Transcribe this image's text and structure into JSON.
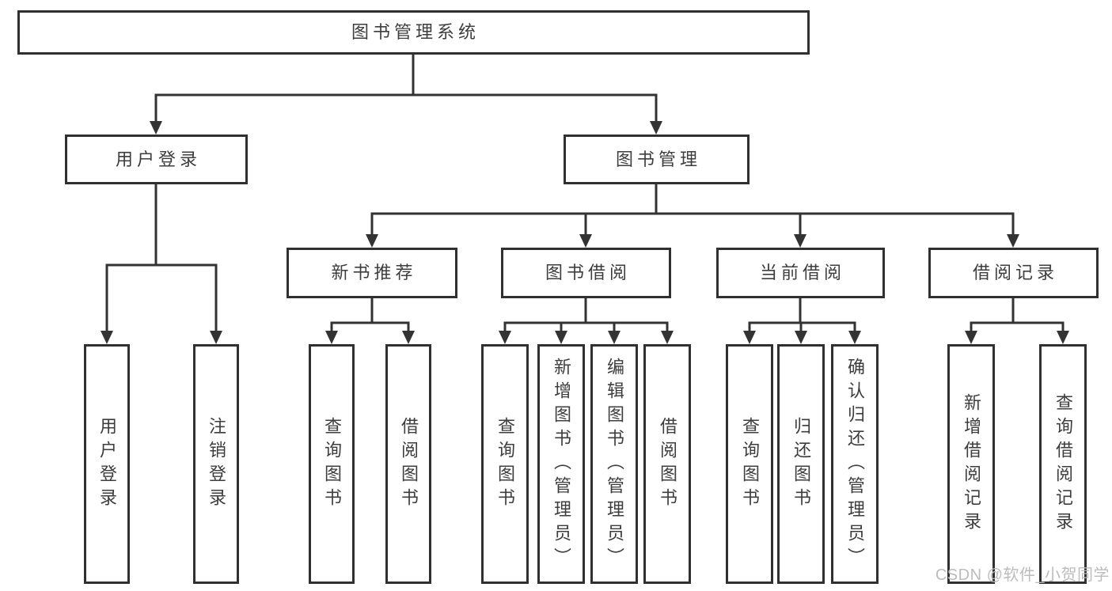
{
  "colors": {
    "line": "#333333",
    "box_border": "#303030",
    "box_fill": "#ffffff",
    "label": "#3d3d3d",
    "watermark": "#bcbcbc",
    "background": "#ffffff"
  },
  "tree": {
    "root": {
      "label": "图书管理系统"
    },
    "level2": [
      {
        "label": "用户登录",
        "children": [
          {
            "label": "用户登录"
          },
          {
            "label": "注销登录"
          }
        ]
      },
      {
        "label": "图书管理",
        "children": [
          {
            "label": "新书推荐",
            "children": [
              {
                "label": "查询图书"
              },
              {
                "label": "借阅图书"
              }
            ]
          },
          {
            "label": "图书借阅",
            "children": [
              {
                "label": "查询图书"
              },
              {
                "label": "新增图书（管理员）"
              },
              {
                "label": "编辑图书（管理员）"
              },
              {
                "label": "借阅图书"
              }
            ]
          },
          {
            "label": "当前借阅",
            "children": [
              {
                "label": "查询图书"
              },
              {
                "label": "归还图书"
              },
              {
                "label": "确认归还（管理员）"
              }
            ]
          },
          {
            "label": "借阅记录",
            "children": [
              {
                "label": "新增借阅记录"
              },
              {
                "label": "查询借阅记录"
              }
            ]
          }
        ]
      }
    ]
  },
  "watermark": {
    "text": "CSDN @软件_小贺同学"
  }
}
